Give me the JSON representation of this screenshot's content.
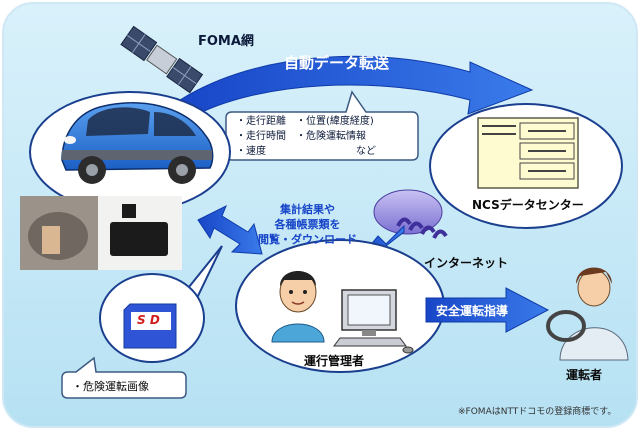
{
  "network": {
    "label": "FOMA網"
  },
  "arrows": {
    "auto_transfer": "自動データ転送",
    "safe_driving": "安全運転指導",
    "internet": "インターネット"
  },
  "callout": {
    "lines": [
      "・走行距離　・位置(緯度経度)",
      "・走行時間　・危険運転情報",
      "・速度　　　　　　　　　など"
    ]
  },
  "data_center": {
    "label": "NCSデータセンター"
  },
  "reports": {
    "lines": [
      "集計結果や",
      "各種帳票類を",
      "閲覧・ダウンロード"
    ]
  },
  "manager": {
    "label": "運行管理者"
  },
  "driver": {
    "label": "運転者"
  },
  "sd": {
    "card_text": "S D",
    "caption": "・危険運転画像"
  },
  "footnote": "※FOMAはNTTドコモの登録商標です。"
}
